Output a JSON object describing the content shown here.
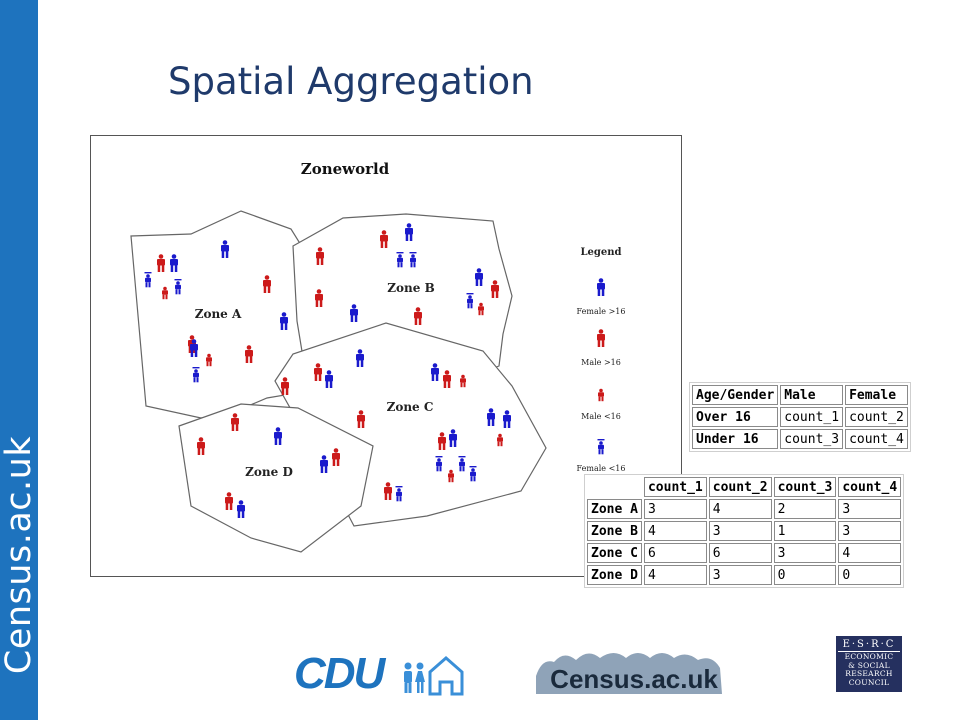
{
  "slide": {
    "title": "Spatial Aggregation",
    "sidebar_brand": "Census.ac.uk"
  },
  "diagram": {
    "title": "Zoneworld",
    "zones": [
      {
        "name": "Zone A"
      },
      {
        "name": "Zone B"
      },
      {
        "name": "Zone C"
      },
      {
        "name": "Zone D"
      }
    ],
    "legend": {
      "title": "Legend",
      "items": [
        {
          "label": "Female >16",
          "color": "#1a1acc"
        },
        {
          "label": "Male >16",
          "color": "#cc1a1a"
        },
        {
          "label": "Male <16",
          "color": "#cc1a1a"
        },
        {
          "label": "Female <16",
          "color": "#1a1acc"
        }
      ]
    }
  },
  "key_table": {
    "headers": [
      "Age/Gender",
      "Male",
      "Female"
    ],
    "rows": [
      [
        "Over 16",
        "count_1",
        "count_2"
      ],
      [
        "Under 16",
        "count_3",
        "count_4"
      ]
    ]
  },
  "counts_table": {
    "headers": [
      "count_1",
      "count_2",
      "count_3",
      "count_4"
    ],
    "rows": [
      [
        "Zone A",
        "3",
        "4",
        "2",
        "3"
      ],
      [
        "Zone B",
        "4",
        "3",
        "1",
        "3"
      ],
      [
        "Zone C",
        "6",
        "6",
        "3",
        "4"
      ],
      [
        "Zone D",
        "4",
        "3",
        "0",
        "0"
      ]
    ]
  },
  "logos": {
    "cdu": "CDU",
    "census": "Census.ac.uk",
    "esrc_top": "E·S·R·C",
    "esrc_lines": [
      "ECONOMIC",
      "& SOCIAL",
      "RESEARCH",
      "COUNCIL"
    ]
  },
  "colors": {
    "brand_blue": "#1e73be",
    "title_navy": "#1f3a6b",
    "male_red": "#cc1a1a",
    "female_blue": "#1a1acc",
    "esrc_navy": "#25305f"
  }
}
